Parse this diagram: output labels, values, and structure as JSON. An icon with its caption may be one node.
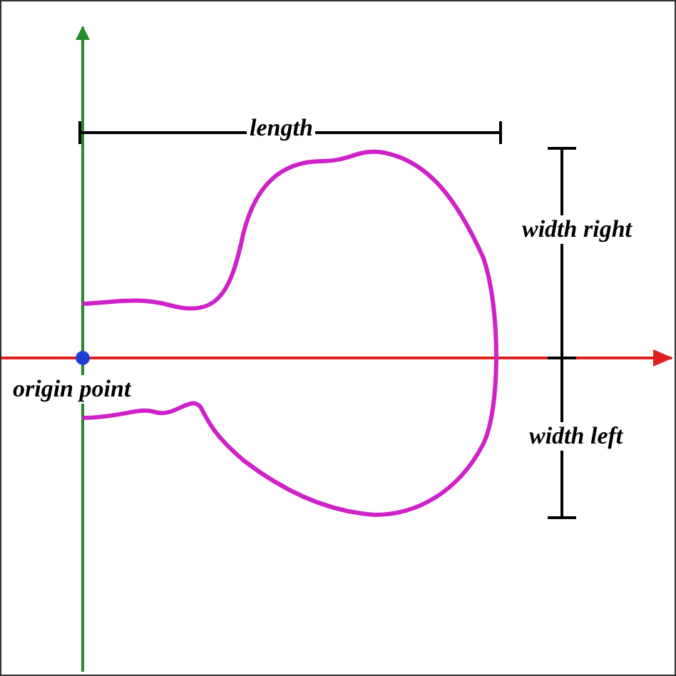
{
  "diagram": {
    "labels": [
      "length",
      "width right",
      "origin point",
      "width left"
    ]
  }
}
